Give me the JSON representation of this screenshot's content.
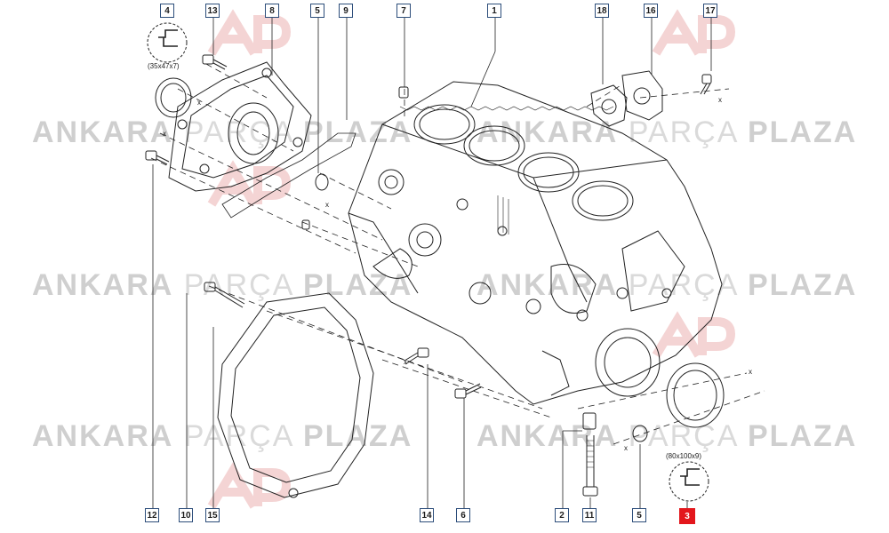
{
  "watermark": {
    "brand_a": "ANKARA",
    "brand_b": "PARÇA",
    "brand_c": "PLAZA",
    "colors": {
      "bold": "#cfcfcf",
      "thin": "#dadada",
      "logo_red": "#f1c9c9"
    }
  },
  "callouts": [
    {
      "id": "c4",
      "label": "4"
    },
    {
      "id": "c13",
      "label": "13"
    },
    {
      "id": "c8",
      "label": "8"
    },
    {
      "id": "c5a",
      "label": "5"
    },
    {
      "id": "c9",
      "label": "9"
    },
    {
      "id": "c7",
      "label": "7"
    },
    {
      "id": "c1",
      "label": "1"
    },
    {
      "id": "c18",
      "label": "18"
    },
    {
      "id": "c16",
      "label": "16"
    },
    {
      "id": "c17",
      "label": "17"
    },
    {
      "id": "c12",
      "label": "12"
    },
    {
      "id": "c10",
      "label": "10"
    },
    {
      "id": "c15",
      "label": "15"
    },
    {
      "id": "c14",
      "label": "14"
    },
    {
      "id": "c6",
      "label": "6"
    },
    {
      "id": "c2",
      "label": "2"
    },
    {
      "id": "c11",
      "label": "11"
    },
    {
      "id": "c5b",
      "label": "5"
    },
    {
      "id": "c3",
      "label": "3",
      "highlighted": true
    }
  ],
  "seal_dims": {
    "seal_4": "(35x47x7)",
    "seal_3": "(80x100x9)"
  },
  "axis_marks": {
    "x": "x"
  },
  "colors": {
    "line": "#222222",
    "callout_border": "#2c4d7a",
    "highlight": "#e3161c"
  }
}
